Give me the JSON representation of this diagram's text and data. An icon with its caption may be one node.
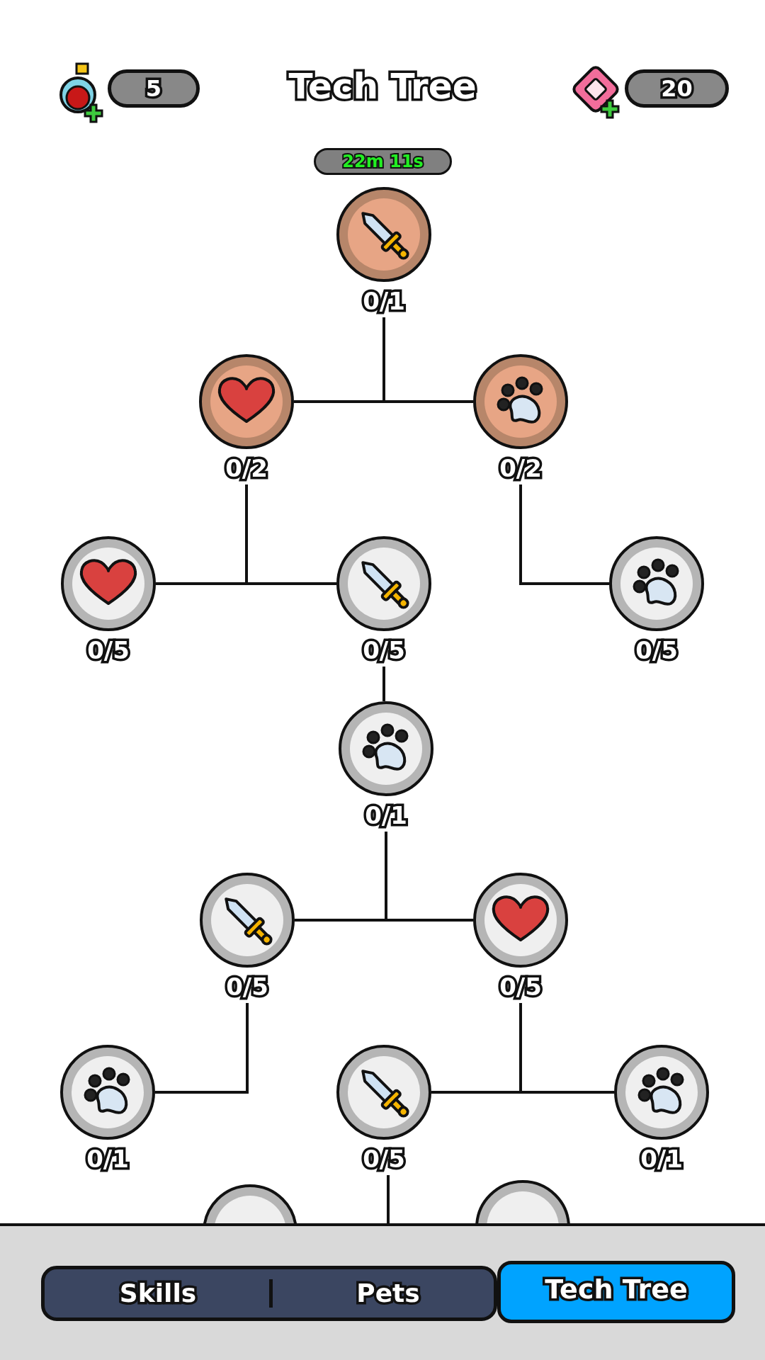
{
  "diagram": {
    "title": "Tech Tree",
    "nodes": [
      {
        "text": [
          "5"
        ]
      },
      {
        "text": [
          "20"
        ]
      },
      {
        "text": [
          "22m 11s"
        ]
      },
      {
        "text": [
          "0/1"
        ]
      },
      {
        "text": [
          "0/2"
        ]
      },
      {
        "text": [
          "0/2"
        ]
      },
      {
        "text": [
          "0/5"
        ]
      },
      {
        "text": [
          "0/5"
        ]
      },
      {
        "text": [
          "0/5"
        ]
      },
      {
        "text": [
          "0/1"
        ]
      },
      {
        "text": [
          "0/5"
        ]
      },
      {
        "text": [
          "0/5"
        ]
      },
      {
        "text": [
          "0/1"
        ]
      },
      {
        "text": [
          "0/5"
        ]
      },
      {
        "text": [
          "0/1"
        ]
      },
      {
        "text": [],
        "shape": "circle"
      },
      {
        "text": [],
        "shape": "circle"
      },
      {
        "text": [],
        "shape": "bar"
      },
      {
        "text": [
          "Skills"
        ],
        "in": 17
      },
      {
        "text": [
          "Pets"
        ],
        "in": 17
      },
      {
        "text": [
          "Tech Tree"
        ]
      }
    ],
    "edges": [
      {
        "from": 3,
        "to": 4,
        "arrow": "none"
      },
      {
        "from": 3,
        "to": 5,
        "arrow": "none"
      },
      {
        "from": 4,
        "to": 6,
        "arrow": "none"
      },
      {
        "from": 4,
        "to": 7,
        "arrow": "none"
      },
      {
        "from": 5,
        "to": 8,
        "arrow": "none"
      },
      {
        "from": 7,
        "to": 9,
        "arrow": "none"
      },
      {
        "from": 9,
        "to": 10,
        "arrow": "none"
      },
      {
        "from": 9,
        "to": 11,
        "arrow": "none"
      },
      {
        "from": 10,
        "to": 12,
        "arrow": "none"
      },
      {
        "from": 11,
        "to": 13,
        "arrow": "none"
      },
      {
        "from": 11,
        "to": 14,
        "arrow": "none"
      },
      {
        "from": 13,
        "to": null,
        "arrow": "none"
      }
    ]
  }
}
